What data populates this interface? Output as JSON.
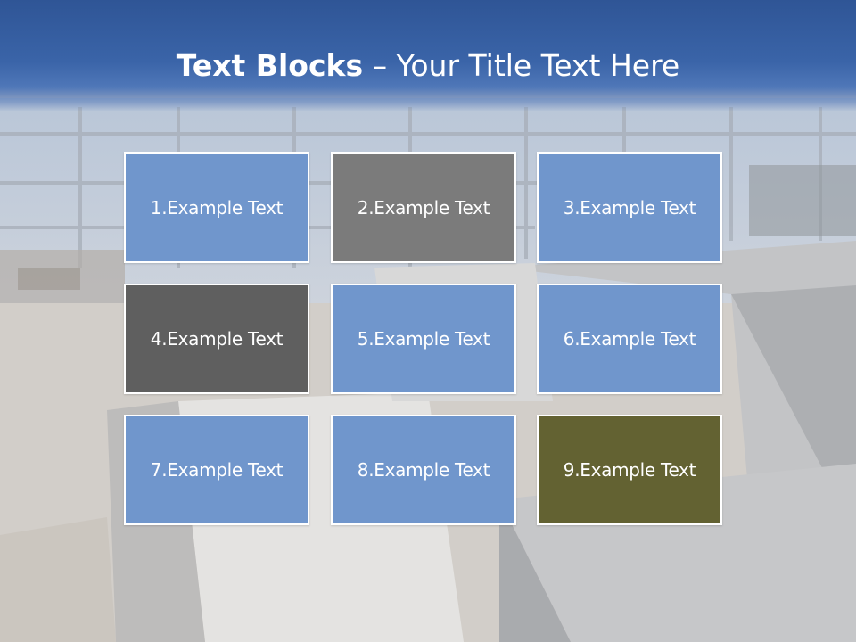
{
  "title": {
    "bold": "Text Blocks",
    "separator": " – ",
    "rest": "Your Title Text Here"
  },
  "colors": {
    "header": "#2f5596",
    "text": "#ffffff",
    "block_border": "#ffffff"
  },
  "blocks": [
    {
      "label": "1.Example Text",
      "color": "#7096cc"
    },
    {
      "label": "2.Example Text",
      "color": "#7b7b7b"
    },
    {
      "label": "3.Example Text",
      "color": "#7096cc"
    },
    {
      "label": "4.Example Text",
      "color": "#5f5f5f"
    },
    {
      "label": "5.Example Text",
      "color": "#7096cc"
    },
    {
      "label": "6.Example Text",
      "color": "#7096cc"
    },
    {
      "label": "7.Example Text",
      "color": "#7096cc"
    },
    {
      "label": "8.Example Text",
      "color": "#7096cc"
    },
    {
      "label": "9.Example Text",
      "color": "#636232"
    }
  ]
}
